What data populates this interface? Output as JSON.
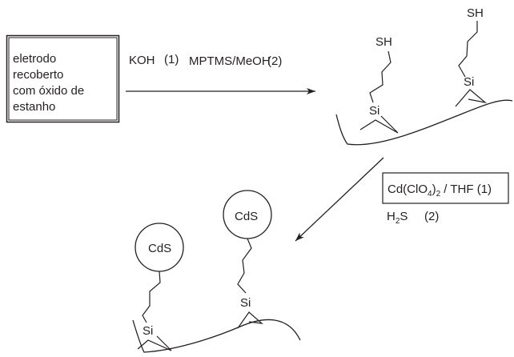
{
  "start_box": {
    "lines": [
      "eletrodo",
      "recoberto",
      "com óxido de",
      "estanho"
    ]
  },
  "step1": {
    "reagent1": "KOH",
    "num1": "(1)",
    "reagent2": "MPTMS/MeOH",
    "num2": "(2)"
  },
  "surface1": {
    "thiol_label": "SH",
    "silicon_label": "Si"
  },
  "step2": {
    "cd_prefix": "Cd(ClO",
    "cd_sub4": "4",
    "cd_close": ")",
    "cd_sub2": "2",
    "cd_solvent": " / THF (1)",
    "h2s_h": "H",
    "h2s_sub": "2",
    "h2s_s": "S",
    "h2s_num": "(2)"
  },
  "surface2": {
    "particle_label": "CdS",
    "silicon_label": "Si"
  },
  "colors": {
    "ink": "#231f20",
    "background": "#ffffff"
  }
}
